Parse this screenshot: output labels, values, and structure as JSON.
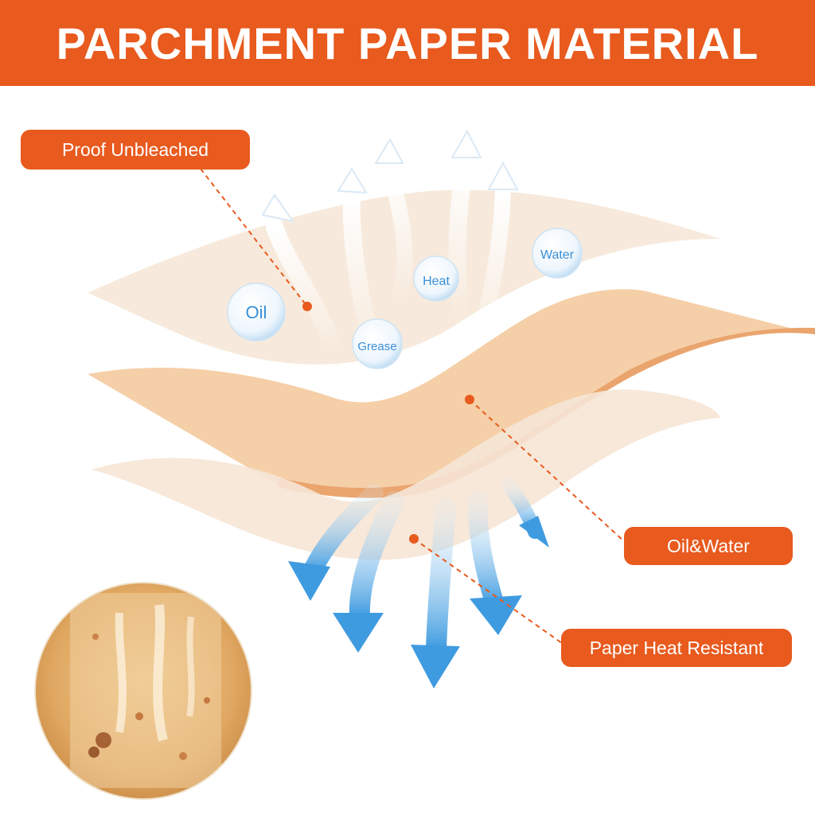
{
  "banner": {
    "title": "PARCHMENT PAPER MATERIAL",
    "color": "#e85a1e"
  },
  "callouts": {
    "proof_unbleached": "Proof Unbleached",
    "oil_water": "Oil&Water",
    "paper_heat_resistant": "Paper Heat Resistant"
  },
  "bubbles": {
    "oil": "Oil",
    "heat": "Heat",
    "water": "Water",
    "grease": "Grease"
  },
  "colors": {
    "accent": "#e85a1e",
    "sheet_light": "#f6e6d6",
    "sheet_mid": "#f5cfa8",
    "arrow_blue": "#4aa3e2",
    "bubble_text": "#3a8fd6"
  },
  "icons": {
    "up_arrows": "rising-vapor-arrows",
    "down_arrows": "down-arrows",
    "photo": "greasy-parchment-photo"
  }
}
